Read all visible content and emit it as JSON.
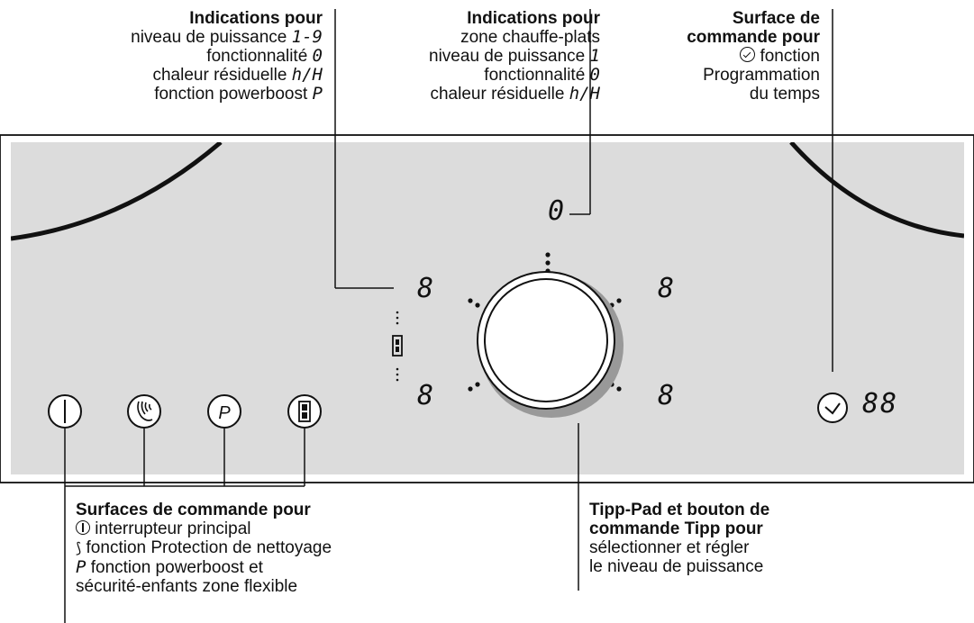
{
  "callouts": {
    "top_left": {
      "heading": "Indications pour",
      "lines": [
        "niveau de puissance",
        "fonctionnalité",
        "chaleur résiduelle",
        "fonction powerboost"
      ],
      "symbols": [
        "1-9",
        "0",
        "h/H",
        "P"
      ]
    },
    "top_center": {
      "heading": "Indications pour",
      "lines": [
        "zone chauffe-plats",
        "niveau de puissance",
        "fonctionnalité",
        "chaleur résiduelle"
      ],
      "symbols": [
        "",
        "1",
        "0",
        "h/H"
      ]
    },
    "top_right": {
      "heading_line1": "Surface de",
      "heading_line2": "commande pour",
      "lines": [
        "fonction",
        "Programmation",
        "du temps"
      ]
    },
    "bottom_left": {
      "heading": "Surfaces de commande pour",
      "lines": [
        "interrupteur principal",
        "fonction Protection de nettoyage",
        "fonction powerboost et",
        "sécurité-enfants zone flexible"
      ]
    },
    "bottom_right": {
      "heading_line1": "Tipp-Pad et bouton de",
      "heading_line2": "commande Tipp pour",
      "lines": [
        "sélectionner et régler",
        "le niveau de puissance"
      ]
    }
  },
  "panel": {
    "displays": {
      "warming_zone": "0",
      "top_left": "8",
      "top_right": "8",
      "bottom_left": "8",
      "bottom_right": "8",
      "timer": "88"
    },
    "buttons": {
      "main_switch_icon": "power-icon",
      "cleaning_icon": "hand-wipe-icon",
      "powerboost_label": "P",
      "flex_zone_icon": "flex-zone-icon"
    },
    "colors": {
      "panel_background": "#dcdcdc",
      "line": "#111111"
    }
  }
}
